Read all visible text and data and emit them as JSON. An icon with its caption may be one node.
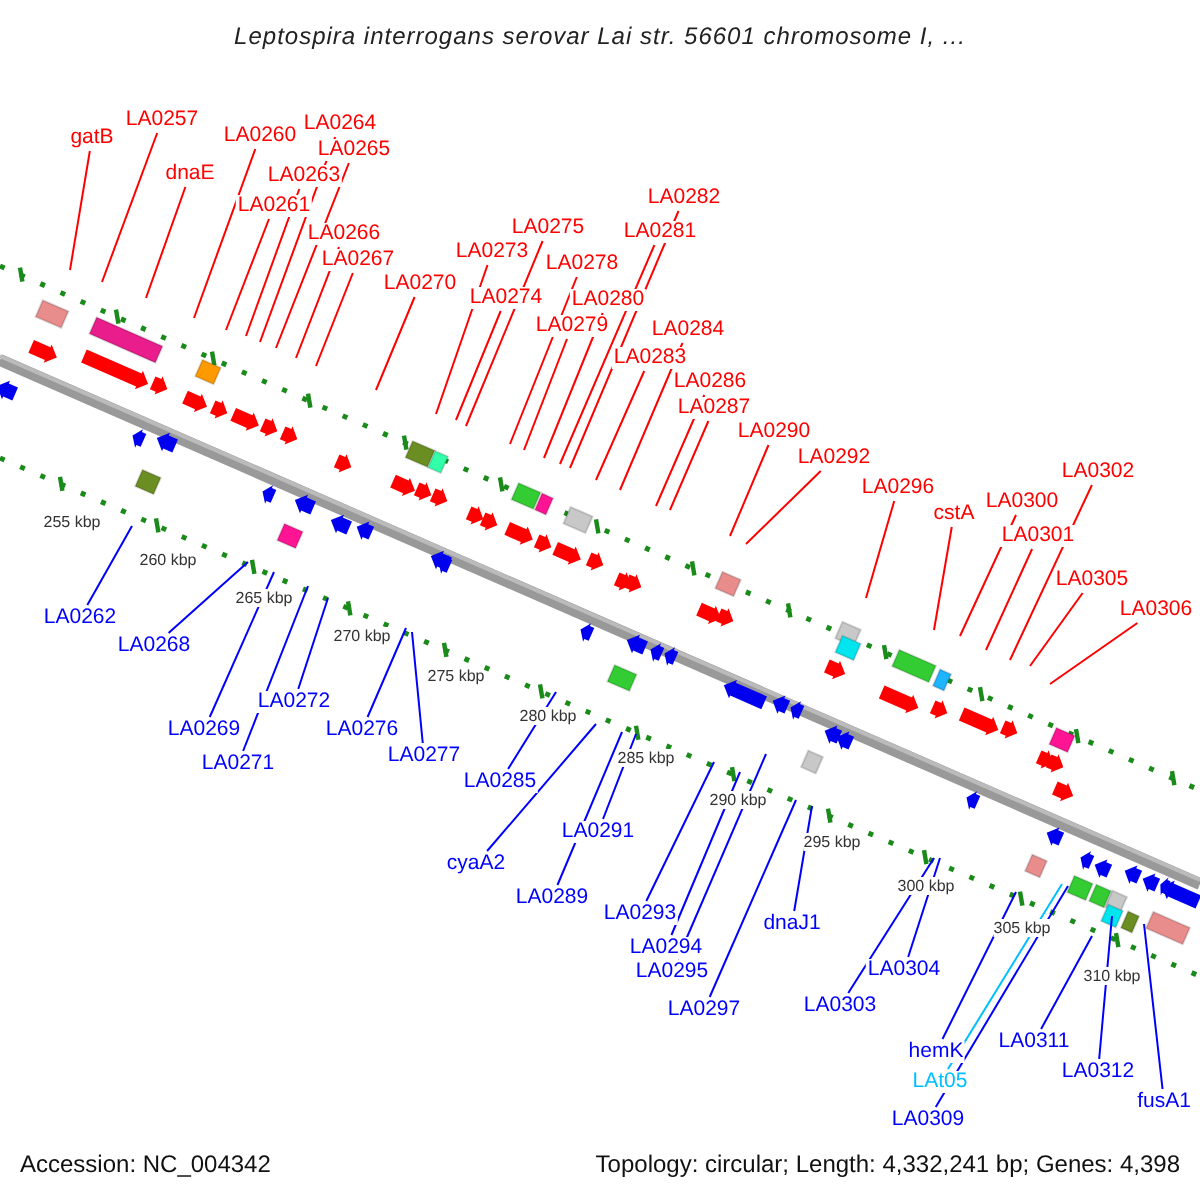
{
  "diagram": {
    "title": "Leptospira interrogans serovar Lai str. 56601 chromosome I, ...",
    "nodes": [
      {
        "text": [
          "gatB"
        ]
      },
      {
        "text": [
          "LA0257"
        ]
      },
      {
        "text": [
          "dnaE"
        ]
      },
      {
        "text": [
          "LA0260"
        ]
      },
      {
        "text": [
          "LA0264"
        ]
      },
      {
        "text": [
          "LA0265"
        ]
      },
      {
        "text": [
          "LA0263"
        ]
      },
      {
        "text": [
          "LA0261"
        ]
      },
      {
        "text": [
          "LA0266"
        ]
      },
      {
        "text": [
          "LA0267"
        ]
      },
      {
        "text": [
          "LA0270"
        ]
      },
      {
        "text": [
          "LA0275"
        ]
      },
      {
        "text": [
          "LA0273"
        ]
      },
      {
        "text": [
          "LA0278"
        ]
      },
      {
        "text": [
          "LA0274"
        ]
      },
      {
        "text": [
          "LA0282"
        ]
      },
      {
        "text": [
          "LA0281"
        ]
      },
      {
        "text": [
          "LA0280"
        ]
      },
      {
        "text": [
          "LA0279"
        ]
      },
      {
        "text": [
          "LA0284"
        ]
      },
      {
        "text": [
          "LA0283"
        ]
      },
      {
        "text": [
          "LA0286"
        ]
      },
      {
        "text": [
          "LA0287"
        ]
      },
      {
        "text": [
          "LA0290"
        ]
      },
      {
        "text": [
          "LA0292"
        ]
      },
      {
        "text": [
          "LA0296"
        ]
      },
      {
        "text": [
          "cstA"
        ]
      },
      {
        "text": [
          "LA0302"
        ]
      },
      {
        "text": [
          "LA0300"
        ]
      },
      {
        "text": [
          "LA0301"
        ]
      },
      {
        "text": [
          "LA0305"
        ]
      },
      {
        "text": [
          "LA0306"
        ]
      },
      {
        "text": [
          "LA0262"
        ]
      },
      {
        "text": [
          "LA0268"
        ]
      },
      {
        "text": [
          "LA0272"
        ]
      },
      {
        "text": [
          "LA0269"
        ]
      },
      {
        "text": [
          "LA0276"
        ]
      },
      {
        "text": [
          "LA0277"
        ]
      },
      {
        "text": [
          "LA0271"
        ]
      },
      {
        "text": [
          "LA0285"
        ]
      },
      {
        "text": [
          "LA0291"
        ]
      },
      {
        "text": [
          "cyaA2"
        ]
      },
      {
        "text": [
          "LA0289"
        ]
      },
      {
        "text": [
          "LA0293"
        ]
      },
      {
        "text": [
          "dnaJ1"
        ]
      },
      {
        "text": [
          "LA0294"
        ]
      },
      {
        "text": [
          "LA0295"
        ]
      },
      {
        "text": [
          "LA0304"
        ]
      },
      {
        "text": [
          "LA0303"
        ]
      },
      {
        "text": [
          "LA0297"
        ]
      },
      {
        "text": [
          "LA0311"
        ]
      },
      {
        "text": [
          "hemK"
        ]
      },
      {
        "text": [
          "LA0312"
        ]
      },
      {
        "text": [
          "LAt05"
        ]
      },
      {
        "text": [
          "fusA1"
        ]
      },
      {
        "text": [
          "LA0309"
        ]
      }
    ],
    "edges": [
      {
        "from": 0,
        "to": null,
        "arrow": "none"
      },
      {
        "from": 1,
        "to": null,
        "arrow": "none"
      },
      {
        "from": 2,
        "to": null,
        "arrow": "none"
      },
      {
        "from": 3,
        "to": null,
        "arrow": "none"
      },
      {
        "from": 4,
        "to": null,
        "arrow": "none"
      },
      {
        "from": 5,
        "to": null,
        "arrow": "none"
      },
      {
        "from": 6,
        "to": null,
        "arrow": "none"
      },
      {
        "from": 7,
        "to": null,
        "arrow": "none"
      },
      {
        "from": 8,
        "to": null,
        "arrow": "none"
      },
      {
        "from": 9,
        "to": null,
        "arrow": "none"
      },
      {
        "from": 10,
        "to": null,
        "arrow": "none"
      },
      {
        "from": 11,
        "to": null,
        "arrow": "none"
      },
      {
        "from": 12,
        "to": null,
        "arrow": "none"
      },
      {
        "from": 13,
        "to": null,
        "arrow": "none"
      },
      {
        "from": 14,
        "to": null,
        "arrow": "none"
      },
      {
        "from": 15,
        "to": null,
        "arrow": "none"
      },
      {
        "from": 16,
        "to": null,
        "arrow": "none"
      },
      {
        "from": 17,
        "to": null,
        "arrow": "none"
      },
      {
        "from": 18,
        "to": null,
        "arrow": "none"
      },
      {
        "from": 19,
        "to": null,
        "arrow": "none"
      },
      {
        "from": 20,
        "to": null,
        "arrow": "none"
      },
      {
        "from": 21,
        "to": null,
        "arrow": "none"
      },
      {
        "from": 22,
        "to": null,
        "arrow": "none"
      },
      {
        "from": 23,
        "to": null,
        "arrow": "none"
      },
      {
        "from": 24,
        "to": null,
        "arrow": "none"
      },
      {
        "from": 25,
        "to": null,
        "arrow": "none"
      },
      {
        "from": 26,
        "to": null,
        "arrow": "none"
      },
      {
        "from": 27,
        "to": null,
        "arrow": "none"
      },
      {
        "from": 28,
        "to": null,
        "arrow": "none"
      },
      {
        "from": 29,
        "to": null,
        "arrow": "none"
      },
      {
        "from": 30,
        "to": null,
        "arrow": "none"
      },
      {
        "from": 31,
        "to": null,
        "arrow": "none"
      },
      {
        "from": 32,
        "to": null,
        "arrow": "none",
        "color": "#0000ff"
      },
      {
        "from": 33,
        "to": null,
        "arrow": "none",
        "color": "#0000ff"
      },
      {
        "from": 34,
        "to": null,
        "arrow": "none",
        "color": "#0000ff"
      },
      {
        "from": 35,
        "to": null,
        "arrow": "none",
        "color": "#0000ff"
      },
      {
        "from": 36,
        "to": null,
        "arrow": "none",
        "color": "#0000ff"
      },
      {
        "from": 37,
        "to": null,
        "arrow": "none",
        "color": "#0000ff"
      },
      {
        "from": 38,
        "to": null,
        "arrow": "none",
        "color": "#0000ff"
      },
      {
        "from": 39,
        "to": null,
        "arrow": "none",
        "color": "#0000ff"
      },
      {
        "from": 40,
        "to": null,
        "arrow": "none",
        "color": "#0000ff"
      },
      {
        "from": 41,
        "to": null,
        "arrow": "none",
        "color": "#0000ff"
      },
      {
        "from": 42,
        "to": null,
        "arrow": "none",
        "color": "#0000ff"
      },
      {
        "from": 43,
        "to": null,
        "arrow": "none",
        "color": "#0000ff"
      },
      {
        "from": 44,
        "to": null,
        "arrow": "none",
        "color": "#0000ff"
      },
      {
        "from": 45,
        "to": null,
        "arrow": "none",
        "color": "#0000ff"
      },
      {
        "from": 46,
        "to": null,
        "arrow": "none",
        "color": "#0000ff"
      },
      {
        "from": 47,
        "to": null,
        "arrow": "none",
        "color": "#0000ff"
      },
      {
        "from": 48,
        "to": null,
        "arrow": "none",
        "color": "#0000ff"
      },
      {
        "from": 49,
        "to": null,
        "arrow": "none",
        "color": "#0000ff"
      },
      {
        "from": 50,
        "to": null,
        "arrow": "none",
        "color": "#0000ff"
      },
      {
        "from": 51,
        "to": null,
        "arrow": "none",
        "color": "#0000ff"
      },
      {
        "from": 52,
        "to": null,
        "arrow": "none",
        "color": "#0000ff"
      },
      {
        "from": 53,
        "to": null,
        "arrow": "none",
        "color": "#00bfff"
      },
      {
        "from": 54,
        "to": null,
        "arrow": "none",
        "color": "#0000ff"
      },
      {
        "from": 55,
        "to": null,
        "arrow": "none",
        "color": "#0000ff"
      }
    ],
    "labels": [
      "255 kbp",
      "260 kbp",
      "265 kbp",
      "270 kbp",
      "275 kbp",
      "280 kbp",
      "285 kbp",
      "290 kbp",
      "295 kbp",
      "300 kbp",
      "305 kbp",
      "310 kbp",
      "Accession: NC_004342",
      "Topology: circular; Length: 4,332,241 bp; Genes: 4,398"
    ]
  }
}
